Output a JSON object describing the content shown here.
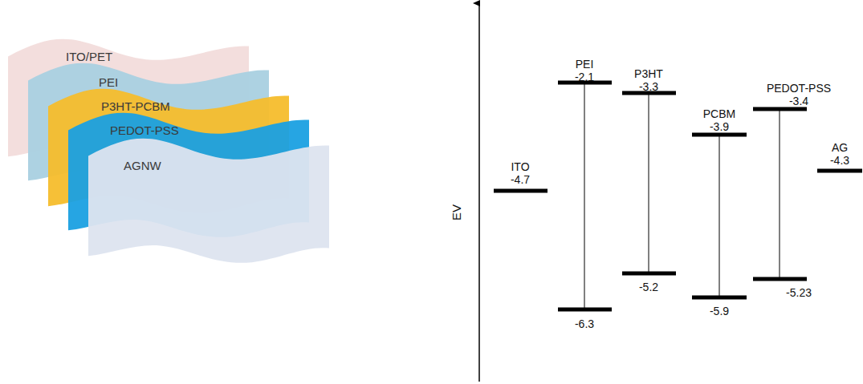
{
  "diagram": {
    "nodes": [
      {
        "text": [
          "ITO/PET"
        ]
      },
      {
        "text": [
          "PEI"
        ]
      },
      {
        "text": [
          "P3HT-PCBM"
        ]
      },
      {
        "text": [
          "PEDOT-PSS"
        ]
      },
      {
        "text": [
          "AGNW"
        ]
      }
    ],
    "labels": [
      "EV",
      "ITO",
      "-4.7",
      "PEI",
      "-2.1",
      "-6.3",
      "P3HT",
      "-3.3",
      "-5.2",
      "PCBM",
      "-3.9",
      "-5.9",
      "PEDOT-PSS",
      "-3.4",
      "-5.23",
      "AG",
      "-4.3"
    ]
  }
}
